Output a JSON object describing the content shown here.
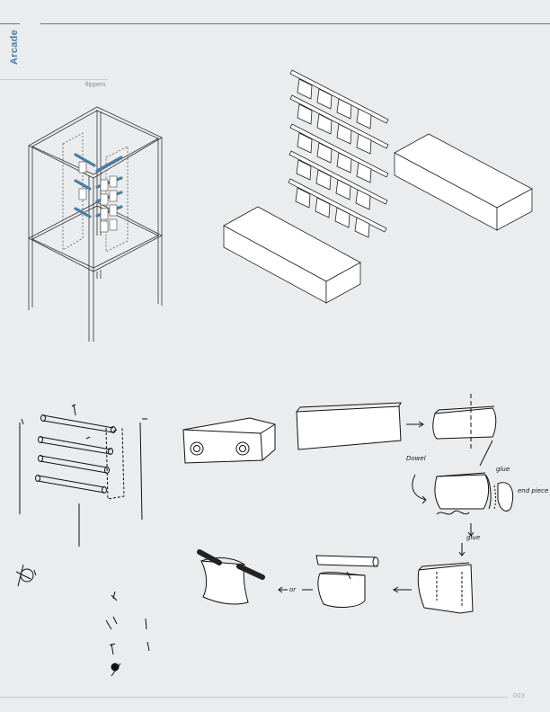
{
  "header": {
    "title": "Arcade"
  },
  "section": {
    "subtitle": "flippers"
  },
  "footer": {
    "page_number": "003"
  },
  "sketch_notes": {
    "dowel": "Dowel",
    "glue_1": "glue",
    "end_piece": "end piece",
    "glue_2": "glue",
    "or": "or"
  },
  "colors": {
    "accent": "#4a7ea3",
    "background": "#ebecee",
    "ink": "#111111"
  }
}
